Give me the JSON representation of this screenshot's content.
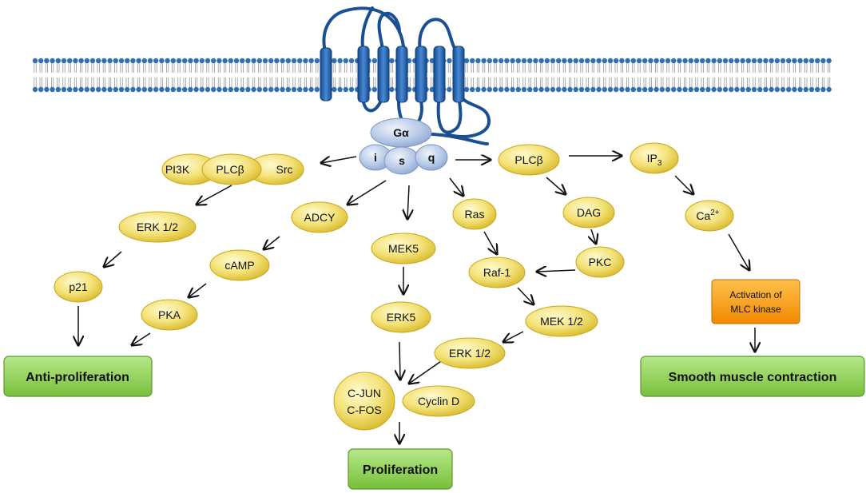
{
  "receptor": {
    "g_alpha": "Gα",
    "subunits": [
      "i",
      "s",
      "q"
    ]
  },
  "nodes": {
    "pi3k": "PI3K",
    "plcb_left": "PLCβ",
    "src": "Src",
    "erk12_left": "ERK 1/2",
    "p21": "p21",
    "adcy": "ADCY",
    "camp": "cAMP",
    "pka": "PKA",
    "mek5": "MEK5",
    "erk5": "ERK5",
    "ras": "Ras",
    "raf1": "Raf-1",
    "mek12": "MEK 1/2",
    "erk12_center": "ERK 1/2",
    "cjun": "C-JUN",
    "cfos": "C-FOS",
    "cyclin_d": "Cyclin D",
    "plcb_right": "PLCβ",
    "dag": "DAG",
    "pkc": "PKC",
    "ip3_base": "IP",
    "ip3_sub": "3",
    "ca_base": "Ca",
    "ca_sup": "2+",
    "mlc_line1": "Activation of",
    "mlc_line2": "MLC kinase"
  },
  "outcomes": {
    "anti_proliferation": "Anti-proliferation",
    "proliferation": "Proliferation",
    "smooth_muscle": "Smooth muscle contraction"
  },
  "colors": {
    "membrane_head": "#2e6fb5",
    "receptor": "#1f5fa8",
    "node_fill": "#f3df6a",
    "outcome_fill": "#8fd14f",
    "kinase_fill": "#f59c1a"
  }
}
